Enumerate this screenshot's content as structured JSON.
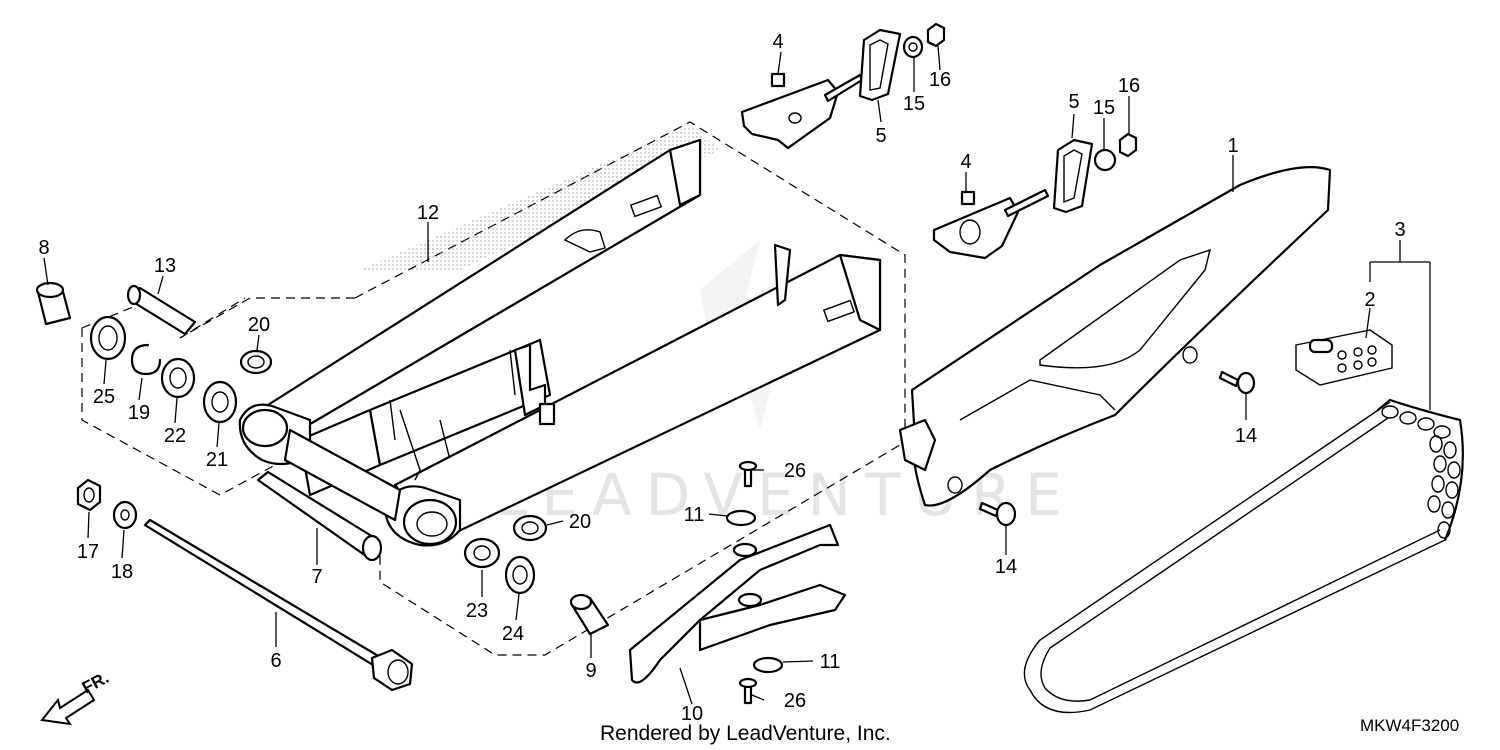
{
  "watermark": "LEADVENTURE",
  "rendered_by": "Rendered by LeadVenture, Inc.",
  "diagram_code": "MKW4F3200",
  "front_arrow_label": "FR.",
  "callouts": {
    "c1": "1",
    "c2": "2",
    "c3": "3",
    "c4a": "4",
    "c4b": "4",
    "c5a": "5",
    "c5b": "5",
    "c6": "6",
    "c7": "7",
    "c8": "8",
    "c9": "9",
    "c10": "10",
    "c11a": "11",
    "c11b": "11",
    "c12": "12",
    "c13": "13",
    "c14a": "14",
    "c14b": "14",
    "c15a": "15",
    "c15b": "15",
    "c16a": "16",
    "c16b": "16",
    "c17": "17",
    "c18": "18",
    "c19": "19",
    "c20a": "20",
    "c20b": "20",
    "c21": "21",
    "c22": "22",
    "c23": "23",
    "c24": "24",
    "c25": "25",
    "c26a": "26",
    "c26b": "26"
  }
}
